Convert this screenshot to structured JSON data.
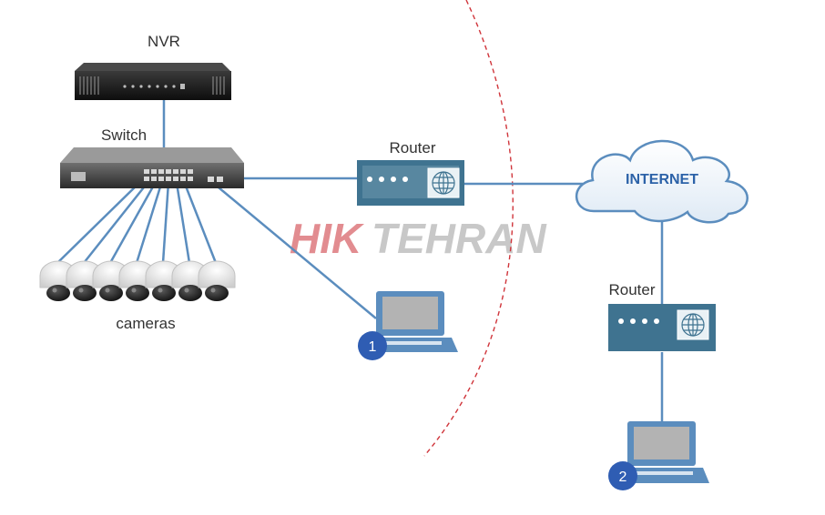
{
  "labels": {
    "nvr": "NVR",
    "switch": "Switch",
    "cameras": "cameras",
    "router_local": "Router",
    "internet": "INTERNET",
    "router_remote": "Router"
  },
  "watermark": {
    "part1": "HIK",
    "part2": "TEHRAN"
  },
  "badges": {
    "laptop_local": "1",
    "laptop_remote": "2"
  },
  "colors": {
    "link": "#5b8dbe",
    "router_body": "#3f7390",
    "router_face": "#cfe1ea",
    "cloud_text": "#2c62a8",
    "badge": "#2f5db3",
    "divider": "#d0353b",
    "watermark_red": "#e28c90",
    "watermark_gray": "#c8c8c8"
  }
}
